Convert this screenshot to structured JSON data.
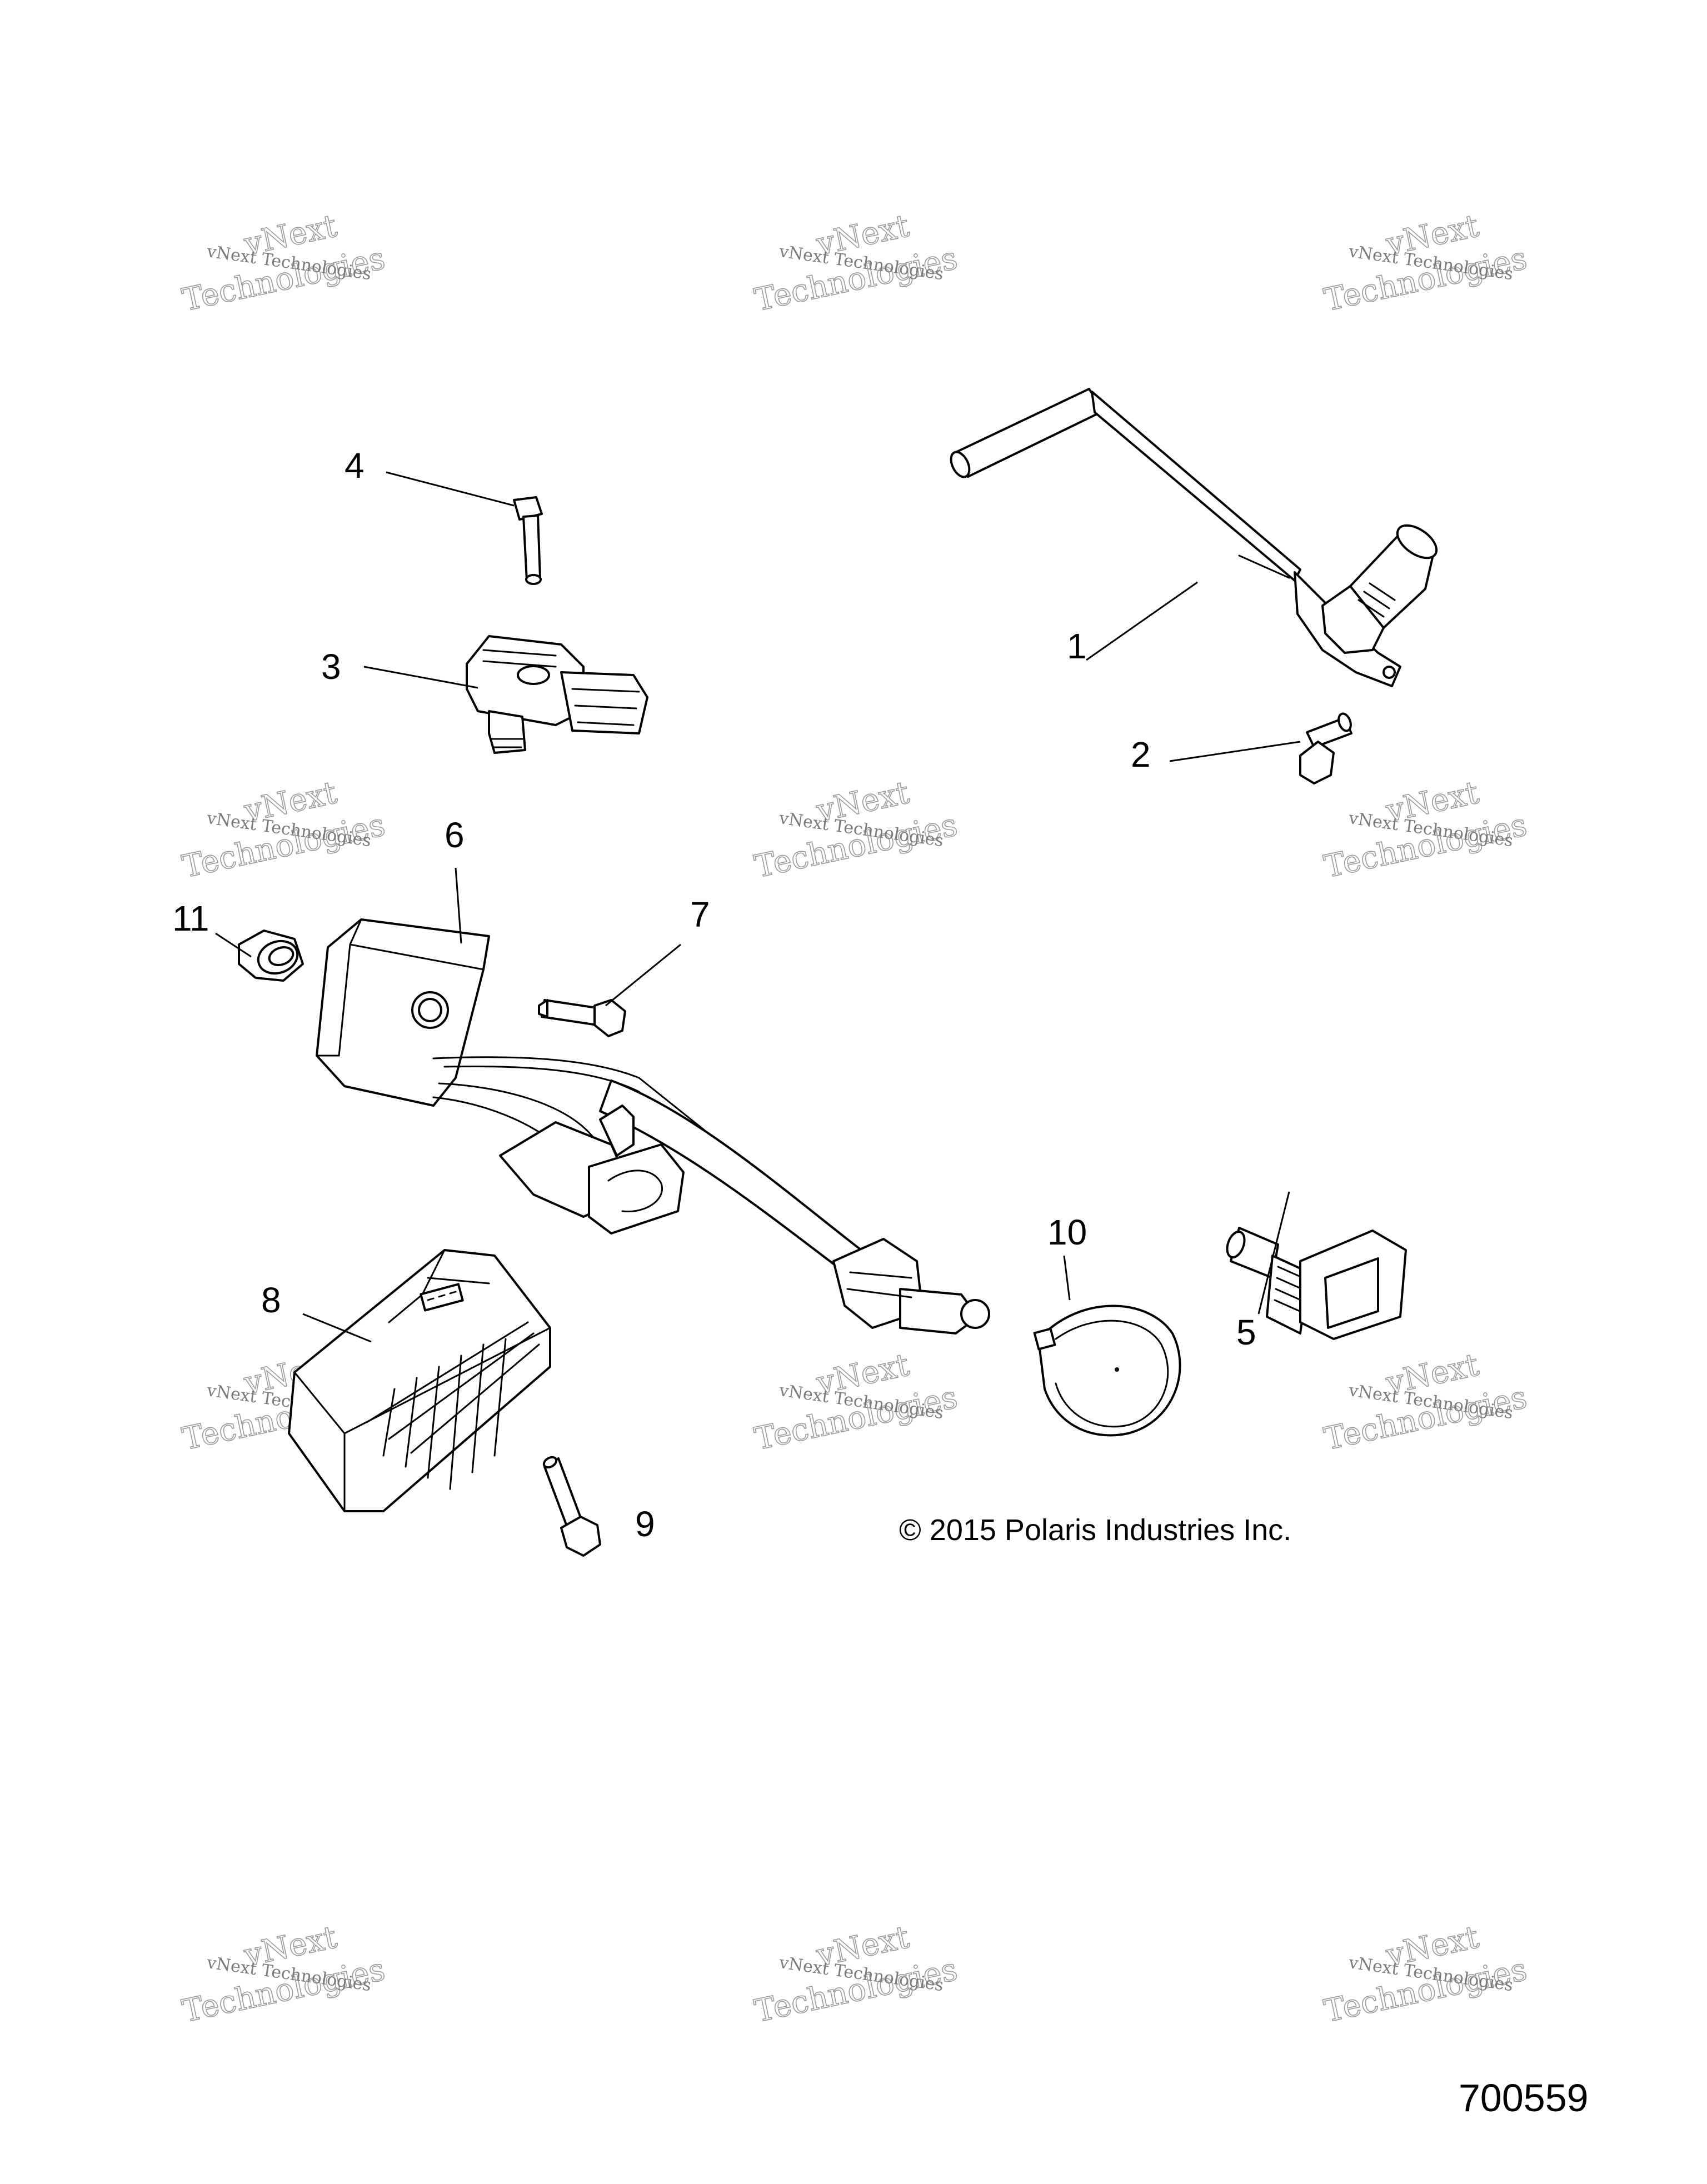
{
  "watermark": {
    "line1": "vNext",
    "line2": "vNext Technologies",
    "line3": "Technologies"
  },
  "callouts": {
    "c1": "1",
    "c2": "2",
    "c3": "3",
    "c4": "4",
    "c5": "5",
    "c6": "6",
    "c7": "7",
    "c8": "8",
    "c9": "9",
    "c10": "10",
    "c11": "11"
  },
  "copyright": "© 2015 Polaris Industries Inc.",
  "document_number": "700559"
}
